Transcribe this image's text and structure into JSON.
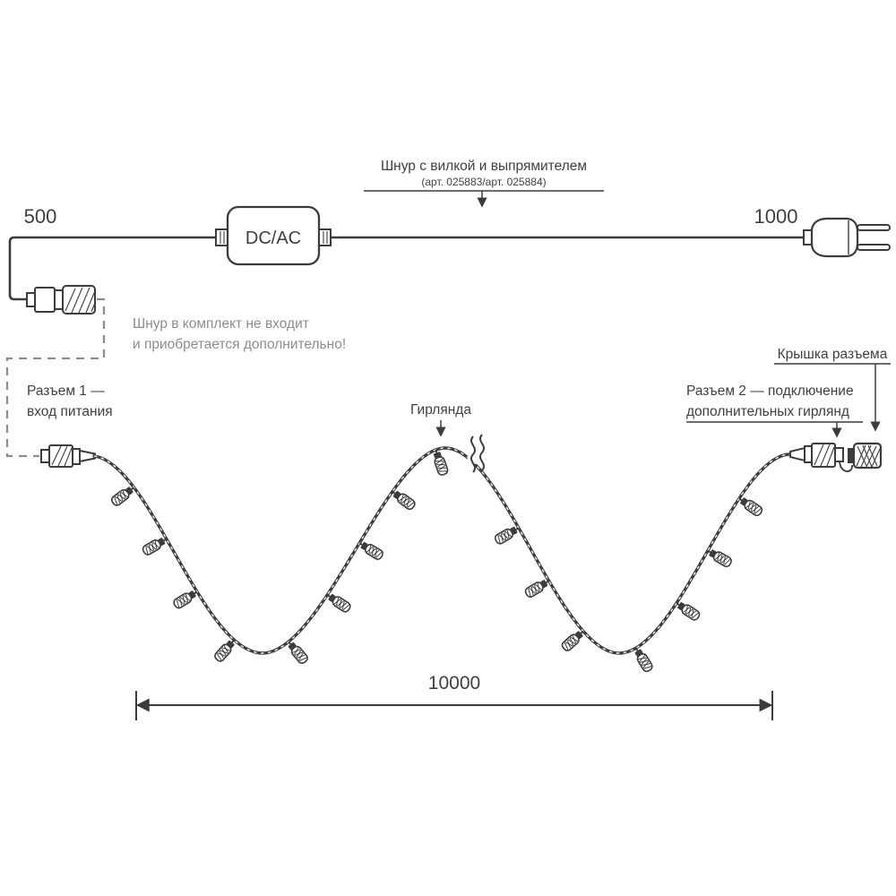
{
  "diagram": {
    "cord": {
      "label": "Шнур с вилкой и выпрямителем",
      "article": "(арт. 025883/арт. 025884)",
      "left_length": "500",
      "right_length": "1000",
      "adapter_label": "DC/AC"
    },
    "note": {
      "line1": "Шнур в комплект не входит",
      "line2": "и приобретается дополнительно!"
    },
    "connector1": {
      "line1": "Разъем 1 —",
      "line2": "вход питания"
    },
    "garland": {
      "label": "Гирлянда",
      "total_length": "10000"
    },
    "connector2": {
      "line1": "Разъем 2 — подключение",
      "line2": "дополнительных гирлянд"
    },
    "cap_label": "Крышка разъема",
    "colors": {
      "line": "#3c3c3c",
      "muted_text": "#8c8c8c"
    }
  }
}
